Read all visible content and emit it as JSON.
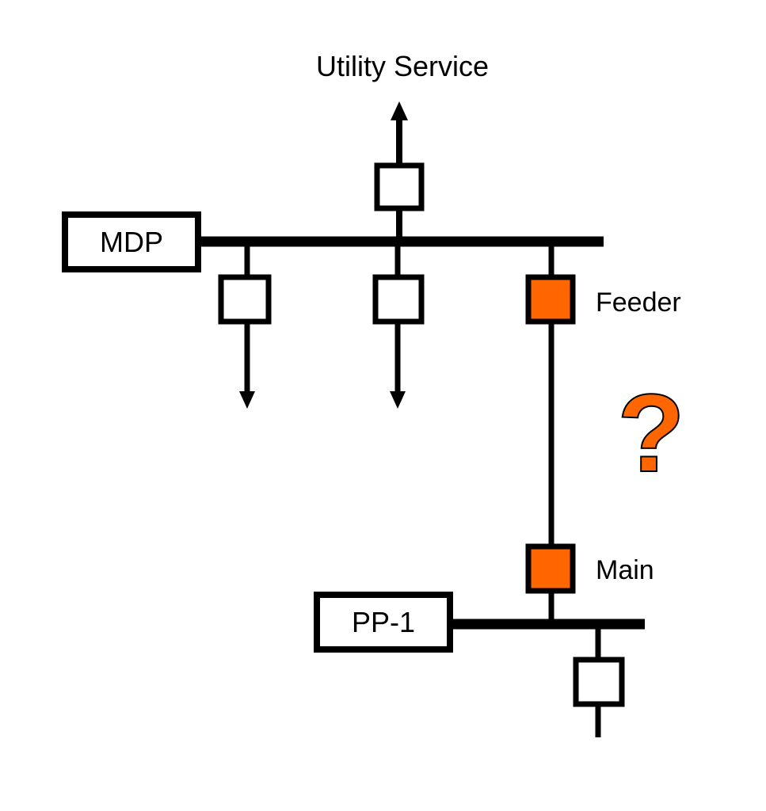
{
  "diagram": {
    "title_label": "Utility Service",
    "panels": [
      {
        "id": "mdp",
        "label": "MDP"
      },
      {
        "id": "pp1",
        "label": "PP-1"
      }
    ],
    "breaker_labels": {
      "feeder": "Feeder",
      "main": "Main"
    },
    "question_mark": "?",
    "colors": {
      "line": "#000000",
      "highlight": "#FF6600",
      "breaker_fill": "#FFFFFF"
    }
  }
}
